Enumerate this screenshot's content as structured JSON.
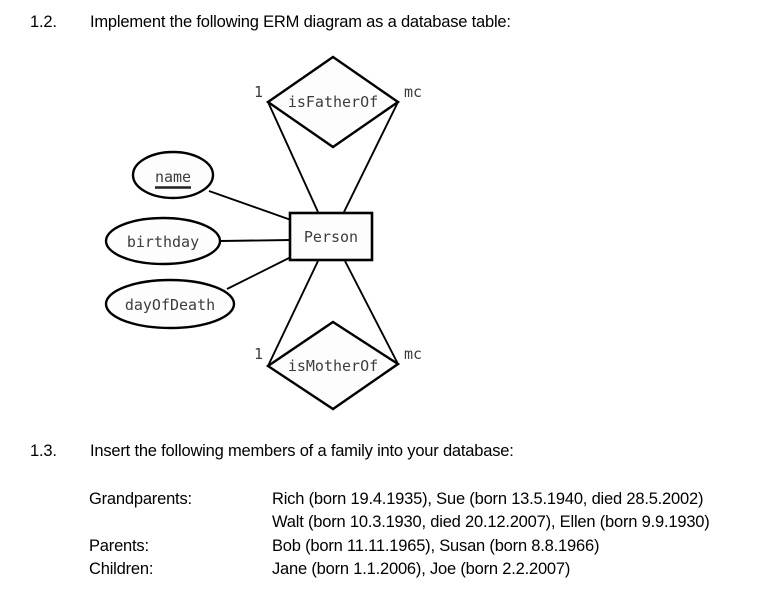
{
  "colors": {
    "paper": "#ffffff",
    "ink": "#000000",
    "diagram_text": "#3d3d3d"
  },
  "section_12": {
    "number": "1.2.",
    "title": "Implement the following ERM diagram as a database table:"
  },
  "diagram": {
    "entity": {
      "label": "Person"
    },
    "attributes": [
      {
        "label": "name",
        "is_key": true
      },
      {
        "label": "birthday",
        "is_key": false
      },
      {
        "label": "dayOfDeath",
        "is_key": false
      }
    ],
    "relationships": [
      {
        "label": "isFatherOf",
        "left_cardinality": "1",
        "right_cardinality": "mc"
      },
      {
        "label": "isMotherOf",
        "left_cardinality": "1",
        "right_cardinality": "mc"
      }
    ]
  },
  "section_13": {
    "number": "1.3.",
    "title": "Insert the following members of a family into your database:",
    "rows": [
      {
        "label": "Grandparents:",
        "lines": [
          "Rich (born 19.4.1935), Sue (born 13.5.1940, died 28.5.2002)",
          "Walt (born 10.3.1930, died 20.12.2007), Ellen (born 9.9.1930)"
        ]
      },
      {
        "label": "Parents:",
        "lines": [
          "Bob (born 11.11.1965), Susan (born 8.8.1966)"
        ]
      },
      {
        "label": "Children:",
        "lines": [
          "Jane (born 1.1.2006), Joe (born 2.2.2007)"
        ]
      }
    ]
  }
}
